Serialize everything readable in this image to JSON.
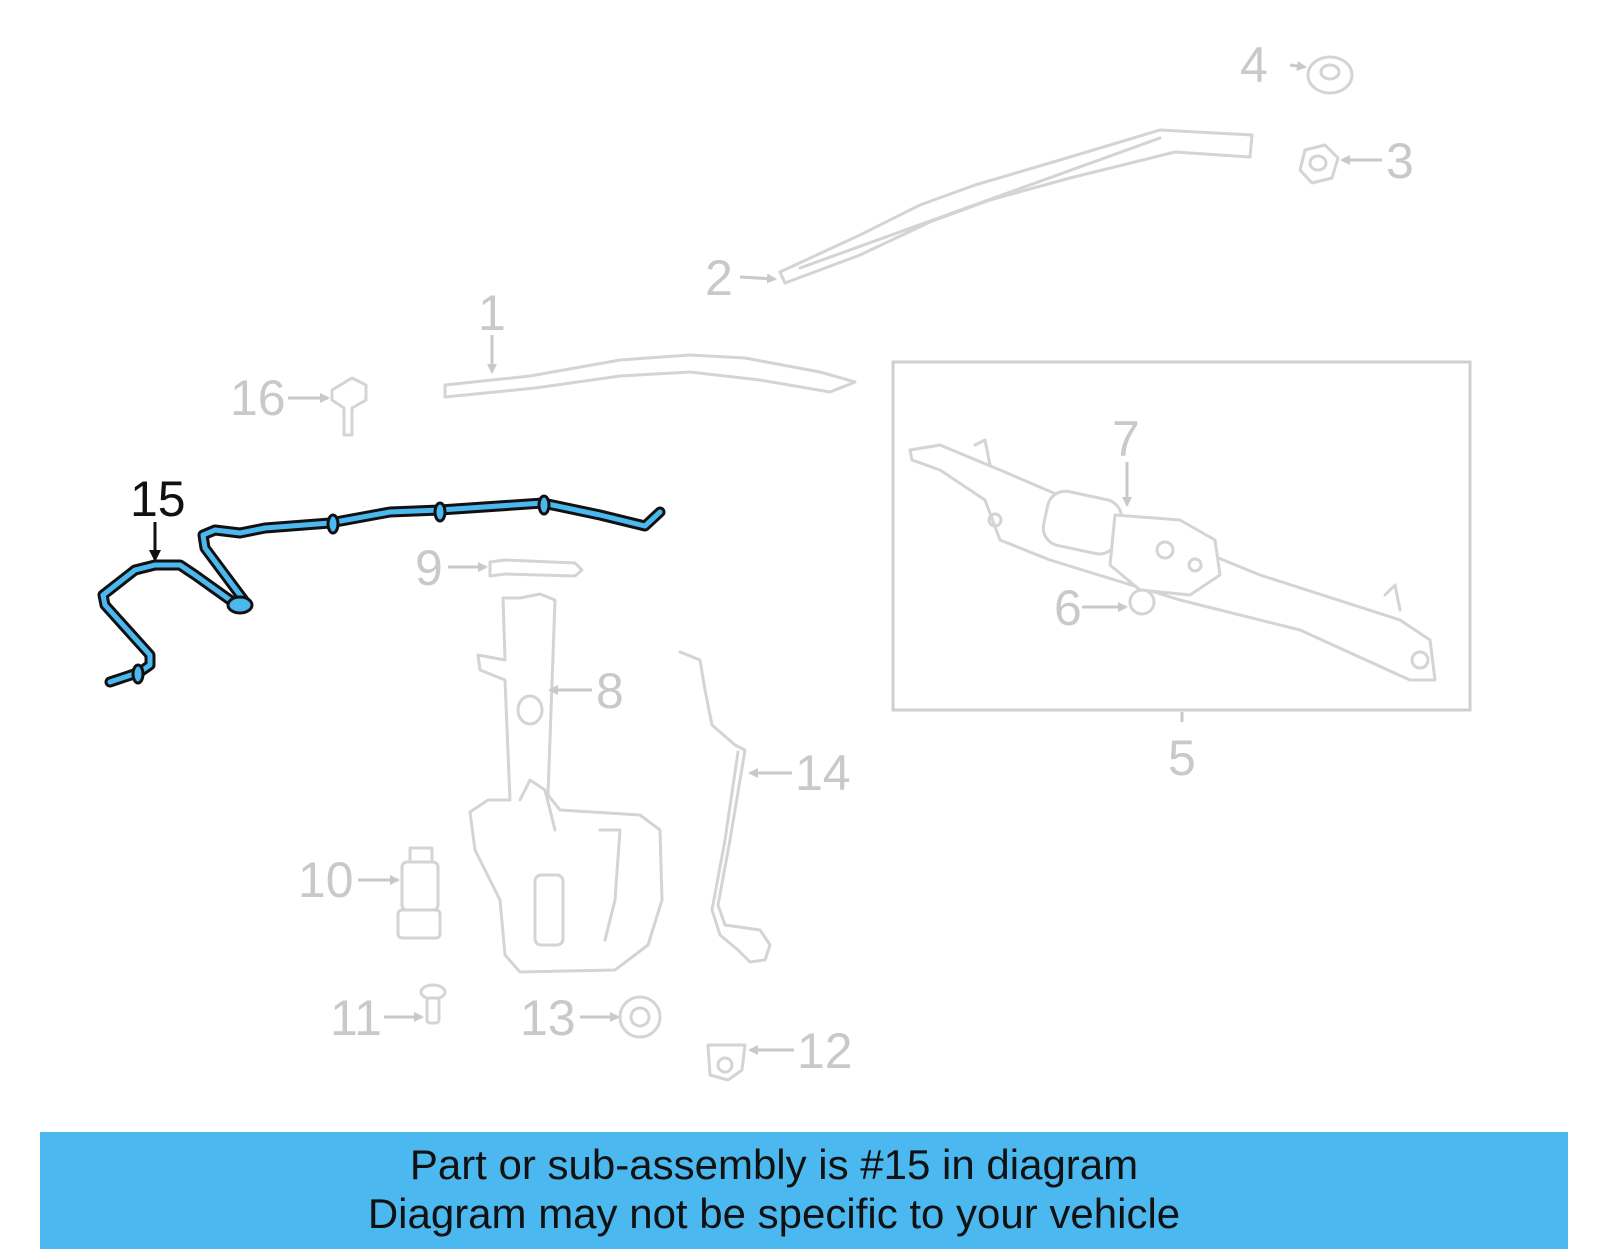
{
  "callouts": {
    "c1": "1",
    "c2": "2",
    "c3": "3",
    "c4": "4",
    "c5": "5",
    "c6": "6",
    "c7": "7",
    "c8": "8",
    "c9": "9",
    "c10": "10",
    "c11": "11",
    "c12": "12",
    "c13": "13",
    "c14": "14",
    "c15": "15",
    "c16": "16"
  },
  "highlighted_part": "15",
  "colors": {
    "highlight": "#4cb8f0",
    "outline": "#111111",
    "ghost": "#c9c9c9",
    "banner": "#4cb8f0"
  },
  "banner": {
    "line1": "Part or sub-assembly is #15 in diagram",
    "line2": "Diagram may not be specific to your vehicle"
  }
}
